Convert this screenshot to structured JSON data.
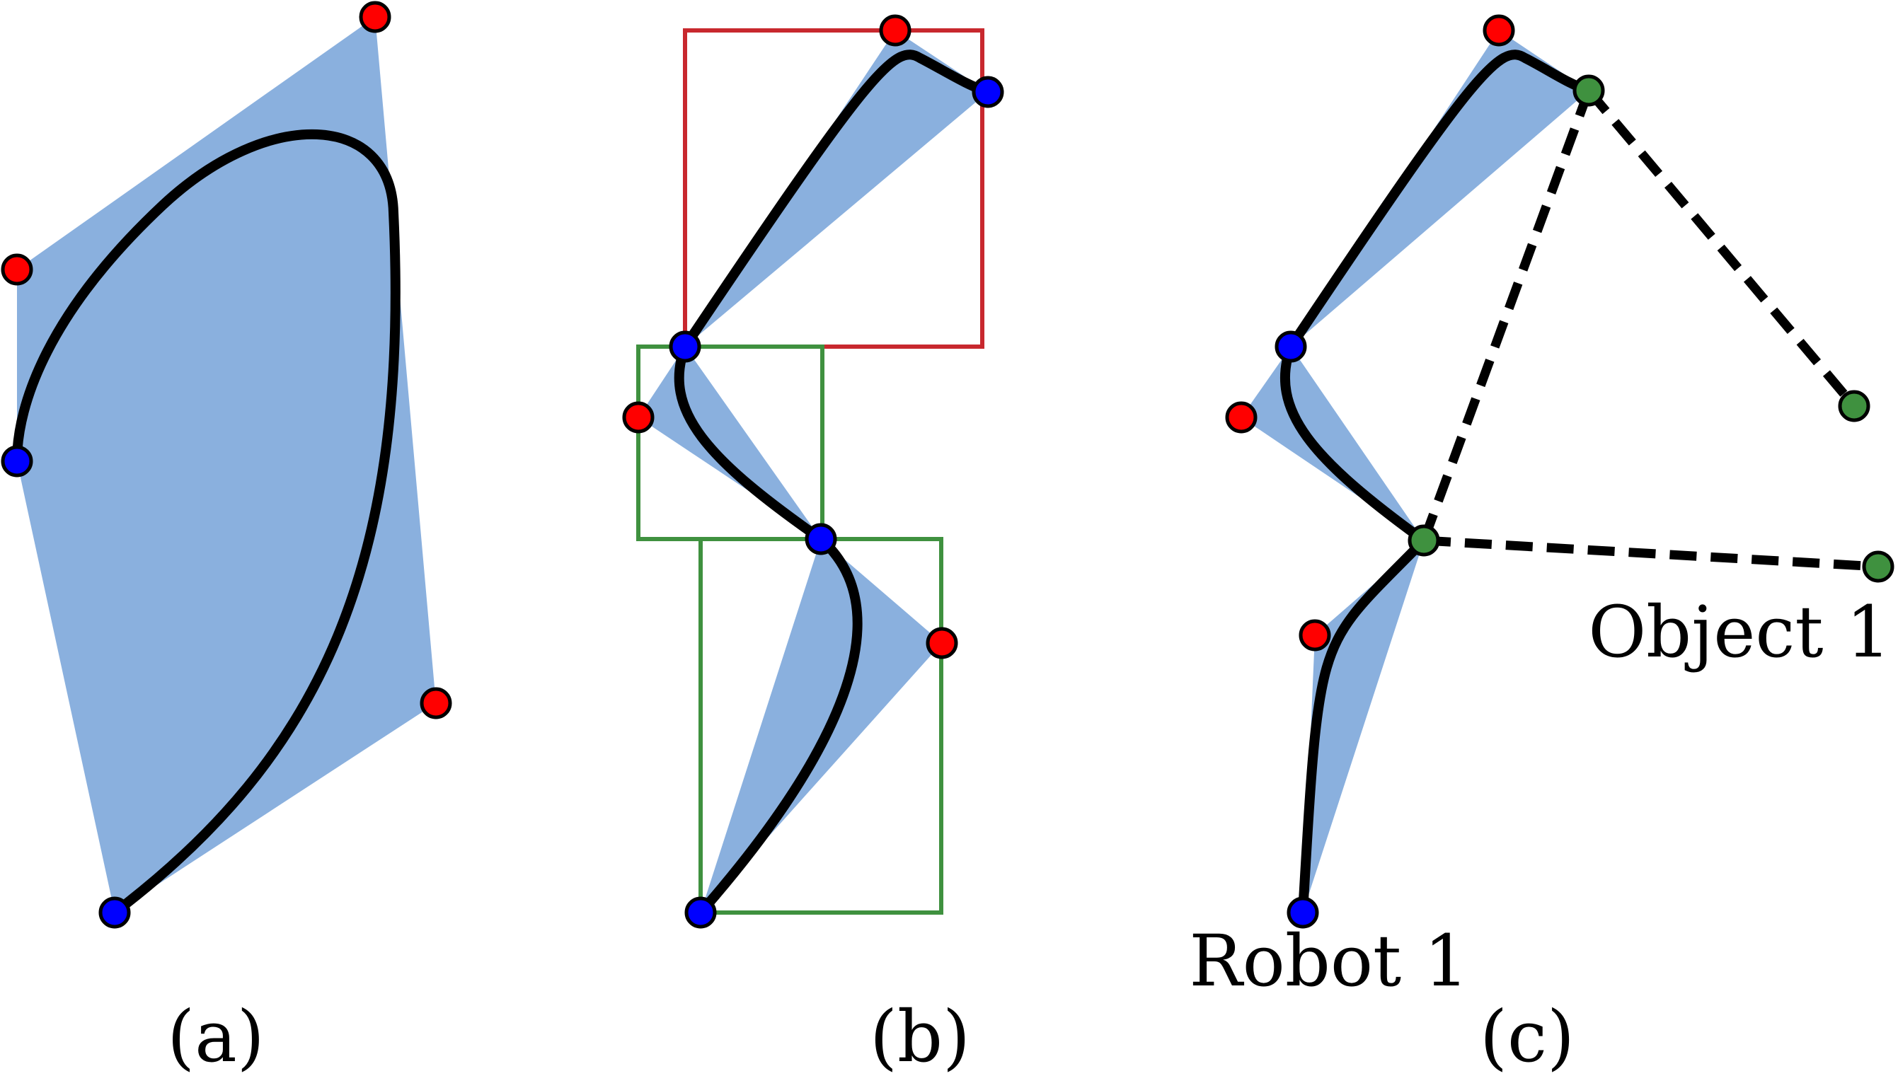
{
  "colors": {
    "hull_fill": "#8ab0de",
    "curve": "#000000",
    "endpoint": "#0000ff",
    "control_point": "#ff0000",
    "box_red": "#c8282e",
    "box_green": "#3f913f",
    "graph_node": "#3f913f",
    "outline": "#000000"
  },
  "labels": {
    "panel_a": "(a)",
    "panel_b": "(b)",
    "panel_c": "(c)",
    "robot": "Robot 1",
    "object": "Object 1"
  }
}
